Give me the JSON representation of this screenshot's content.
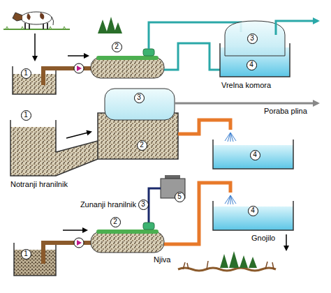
{
  "diagram": {
    "nodes": [
      {
        "text": [
          "1"
        ]
      },
      {
        "text": [
          "2"
        ]
      },
      {
        "text": [
          "3"
        ]
      },
      {
        "text": [
          "4"
        ]
      },
      {
        "text": [
          "1"
        ]
      },
      {
        "text": [
          "3"
        ]
      },
      {
        "text": [
          "2"
        ]
      },
      {
        "text": [
          "4"
        ]
      },
      {
        "text": [
          "3"
        ]
      },
      {
        "text": [
          "5"
        ]
      },
      {
        "text": [
          "4"
        ]
      },
      {
        "text": [
          "2"
        ]
      },
      {
        "text": [
          "1"
        ]
      }
    ],
    "labels": [
      "Vrelna komora",
      "Poraba plina",
      "Notranji hranilnik",
      "Zunanji hranilnik",
      "Gnojilo",
      "Njiva"
    ]
  }
}
